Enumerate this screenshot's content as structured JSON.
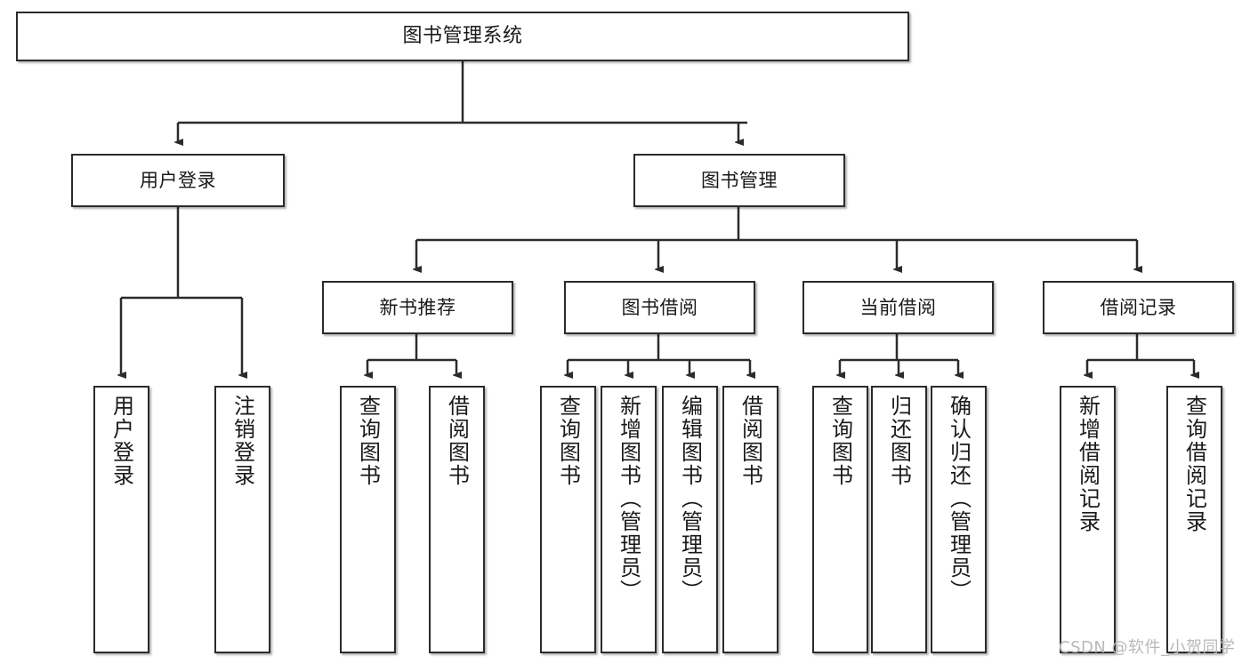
{
  "diagram": {
    "title": "图书管理系统",
    "type": "hierarchy-tree",
    "watermark": "CSDN @软件_小贺同学",
    "colors": {
      "box_border": "#2b2b2b",
      "box_fill": "#ffffff",
      "connector": "#2b2b2b",
      "text": "#1a1a1a",
      "watermark": "#b9b9b9"
    },
    "nodes": {
      "root": {
        "label": "图书管理系统"
      },
      "level2": [
        {
          "label": "用户登录"
        },
        {
          "label": "图书管理"
        }
      ],
      "level3": [
        {
          "label": "新书推荐"
        },
        {
          "label": "图书借阅"
        },
        {
          "label": "当前借阅"
        },
        {
          "label": "借阅记录"
        }
      ],
      "leaves": {
        "user_login": [
          {
            "label": "用户登录"
          },
          {
            "label": "注销登录"
          }
        ],
        "new_book_recommend": [
          {
            "label": "查询图书"
          },
          {
            "label": "借阅图书"
          }
        ],
        "book_borrow": [
          {
            "label": "查询图书"
          },
          {
            "label": "新增图书（管理员）"
          },
          {
            "label": "编辑图书（管理员）"
          },
          {
            "label": "借阅图书"
          }
        ],
        "current_borrow": [
          {
            "label": "查询图书"
          },
          {
            "label": "归还图书"
          },
          {
            "label": "确认归还（管理员）"
          }
        ],
        "borrow_record": [
          {
            "label": "新增借阅记录"
          },
          {
            "label": "查询借阅记录"
          }
        ]
      }
    }
  }
}
